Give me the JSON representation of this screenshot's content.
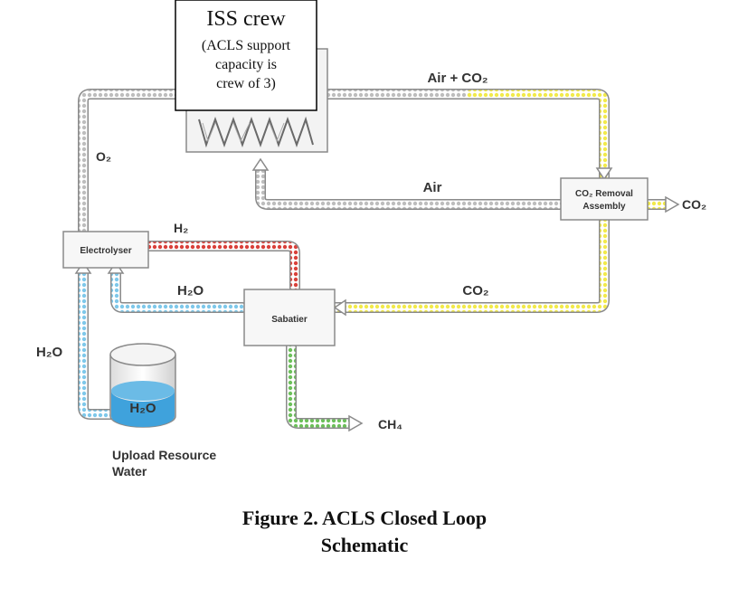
{
  "crew_box": {
    "title": "ISS crew",
    "line1": "(ACLS support",
    "line2": "capacity is",
    "line3": "crew of 3)"
  },
  "components": {
    "electrolyser": "Electrolyser",
    "co2_removal_line1": "CO₂ Removal",
    "co2_removal_line2": "Assembly",
    "sabatier": "Sabatier",
    "tank_label": "H₂O",
    "upload_line1": "Upload Resource",
    "upload_line2": "Water"
  },
  "flows": {
    "air_co2": "Air + CO₂",
    "air": "Air",
    "o2": "O₂",
    "h2": "H₂",
    "h2o_mid": "H₂O",
    "co2_mid": "CO₂",
    "co2_out": "CO₂",
    "h2o_left": "H₂O",
    "ch4": "CH₄"
  },
  "caption": {
    "line1": "Figure 2. ACLS Closed Loop",
    "line2": "Schematic"
  },
  "colors": {
    "pipe_outline": "#8a8a8a",
    "gray_dots": "#bdbdbd",
    "yellow_dots": "#f2ea4a",
    "red_dots": "#d9403a",
    "blue_dots": "#7ec8ea",
    "green_dots": "#6cc05a",
    "water": "#3fa2dc"
  }
}
